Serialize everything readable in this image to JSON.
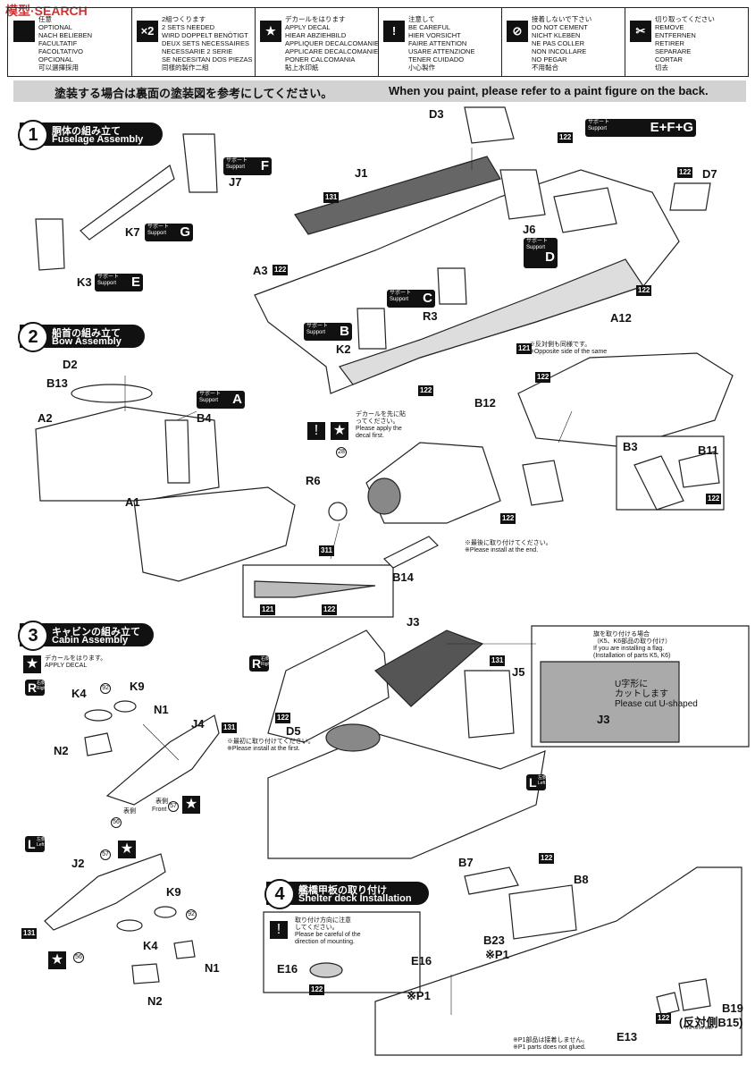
{
  "watermark": "模型·SEARCH",
  "legend": [
    {
      "symbol": "",
      "lines": [
        "任意",
        "OPTIONAL",
        "NACH BELIEBEN",
        "FACULTATIF",
        "FACOLTATIVO",
        "OPCIONAL",
        "可以選擇採用"
      ]
    },
    {
      "symbol": "×2",
      "lines": [
        "2組つくります",
        "2 SETS NEEDED",
        "WIRD DOPPELT BENÖTIGT",
        "DEUX SETS NECESSAIRES",
        "NECESSARIE 2 SERIE",
        "SE NECESITAN DOS PIEZAS",
        "同樣的製作二組"
      ]
    },
    {
      "symbol": "★",
      "lines": [
        "デカールをはります",
        "APPLY DECAL",
        "HIEAR ABZIEHBILD",
        "APPLIQUER DECALCOMANIE",
        "APPLICARE DECALCOMANIE",
        "PONER CALCOMANIA",
        "貼上水印紙"
      ]
    },
    {
      "symbol": "!",
      "lines": [
        "注意して",
        "BE CAREFUL",
        "HIER VORSICHT",
        "FAIRE ATTENTION",
        "USARE ATTENZIONE",
        "TENER CUIDADO",
        "小心製作"
      ]
    },
    {
      "symbol": "⊘",
      "lines": [
        "接着しないで下さい",
        "DO NOT CEMENT",
        "NICHT KLEBEN",
        "NE PAS COLLER",
        "NON INCOLLARE",
        "NO PEGAR",
        "不用黏合"
      ]
    },
    {
      "symbol": "✂",
      "lines": [
        "切り取ってください",
        "REMOVE",
        "ENTFERNEN",
        "RETIRER",
        "SEPARARE",
        "CORTAR",
        "切去"
      ]
    }
  ],
  "banner": {
    "jp": "塗装する場合は裏面の塗装図を参考にしてください。",
    "en": "When you paint, please refer to a paint figure on the back."
  },
  "steps": [
    {
      "num": "1",
      "jp": "胴体の組み立て",
      "en": "Fuselage Assembly"
    },
    {
      "num": "2",
      "jp": "船首の組み立て",
      "en": "Bow Assembly"
    },
    {
      "num": "3",
      "jp": "キャビンの組み立て",
      "en": "Cabin Assembly"
    },
    {
      "num": "4",
      "jp": "艦橋甲板の取り付け",
      "en": "Shelter deck Installation"
    }
  ],
  "supports": {
    "jp": "サポート\nSupport",
    "F": "F",
    "G": "G",
    "E": "E",
    "EFG": "E+F+G",
    "D": "D",
    "C": "C",
    "B": "B",
    "A": "A"
  },
  "parts": {
    "D3": "D3",
    "J1": "J1",
    "J7": "J7",
    "K7": "K7",
    "K3": "K3",
    "A3": "A3",
    "K2": "K2",
    "R3": "R3",
    "J6": "J6",
    "D7": "D7",
    "A12": "A12",
    "D2": "D2",
    "B13": "B13",
    "A2": "A2",
    "B4": "B4",
    "A1": "A1",
    "B12": "B12",
    "R6": "R6",
    "B3": "B3",
    "B11": "B11",
    "B14": "B14",
    "J3": "J3",
    "J5": "J5",
    "D5": "D5",
    "K4": "K4",
    "K9": "K9",
    "N1": "N1",
    "J4": "J4",
    "N2": "N2",
    "J2": "J2",
    "K9b": "K9",
    "K4b": "K4",
    "N1b": "N1",
    "N2b": "N2",
    "B7": "B7",
    "B8": "B8",
    "B23": "B23",
    "P1": "※P1",
    "P1b": "※P1",
    "E16": "E16",
    "E16b": "E16",
    "B19": "B19",
    "B15": "(反対側B15)",
    "E13": "E13",
    "J3b": "J3"
  },
  "paints": {
    "p131": "131",
    "p122": "122",
    "p121": "121",
    "p311": "311"
  },
  "decals": {
    "d28": "28",
    "d92": "92",
    "d56": "56",
    "d57": "57"
  },
  "notes": {
    "opposite": "※反対側も同様です。\n※Opposite side of the same",
    "decal_first": "デカールを先に貼\nってください。\nPlease apply the\ndecal first.",
    "install_end": "※最後に取り付けてください。\n※Please install at the end.",
    "install_first": "※最初に取り付けてください。\n※Please install at the first.",
    "apply_decal": "デカールをはります。\nAPPLY DECAL",
    "flag": "旗を取り付ける場合\n（K5、K6部品の取り付け）\nIf you are installing a flag.\n(Installation of parts K5, K6)",
    "cut_u": "U字形に\nカットします\nPlease cut U-shaped",
    "mounting": "取り付け方向に注意\nしてください。\nPlease be careful of the\ndirection of mounting.",
    "p1_not_glued": "※P1部品は接着しません。\n※P1 parts does not glued.",
    "other_side": "The other side",
    "front_jp": "表側",
    "front_en": "Front"
  },
  "sides": {
    "R": "R",
    "R_sub": "右側\nRight",
    "L": "L",
    "L_sub": "左側\nLeft"
  }
}
